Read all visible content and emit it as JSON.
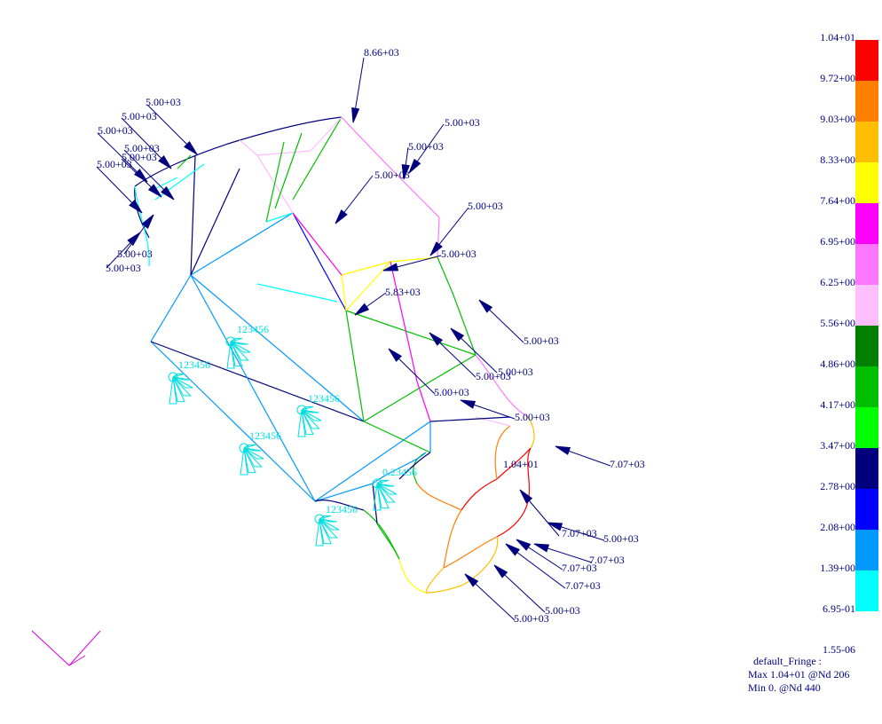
{
  "legend": {
    "values": [
      "1.04+01",
      "9.72+00",
      "9.03+00",
      "8.33+00",
      "7.64+00",
      "6.95+00",
      "6.25+00",
      "5.56+00",
      "4.86+00",
      "4.17+00",
      "3.47+00",
      "2.78+00",
      "2.08+00",
      "1.39+00",
      "6.95-01",
      "1.55-06"
    ],
    "colors": [
      "#ff0000",
      "#ff7f00",
      "#ffbf00",
      "#ffff00",
      "#ff00ff",
      "#ff77ff",
      "#ffbfff",
      "#007f00",
      "#00bf00",
      "#00ff00",
      "#00007f",
      "#0000ff",
      "#0099ff",
      "#00ffff"
    ]
  },
  "fringe": {
    "title": "default_Fringe :",
    "max": "Max 1.04+01 @Nd 206",
    "min": "Min  0. @Nd 440"
  },
  "model": {
    "max_label": "1.04+01",
    "load_labels": [
      "8.66+03",
      "5.00+03",
      "5.00+03",
      "5.00+03",
      "5.00+03",
      "5.00+03",
      "5.00+03",
      "5.00+03",
      "5.00+03",
      "5.00+03",
      "5.00+03",
      "5.00+03",
      "5.00+03",
      "5.00+03",
      "5.83+03",
      "5.00+03",
      "5.00+03",
      "5.00+03",
      "5.00+03",
      "5.00+03",
      "7.07+03",
      "7.07+03",
      "5.00+03",
      "7.07+03",
      "7.07+03",
      "7.07+03",
      "5.00+03",
      "5.00+03",
      "5.00+03"
    ],
    "constraint_labels": [
      "123456",
      "123456",
      "123456",
      "123456",
      "0.23456",
      "123456"
    ]
  },
  "colors": {
    "load_arrow": "#00007f",
    "constraint": "#00e0e0",
    "triad": "#dd00dd"
  }
}
